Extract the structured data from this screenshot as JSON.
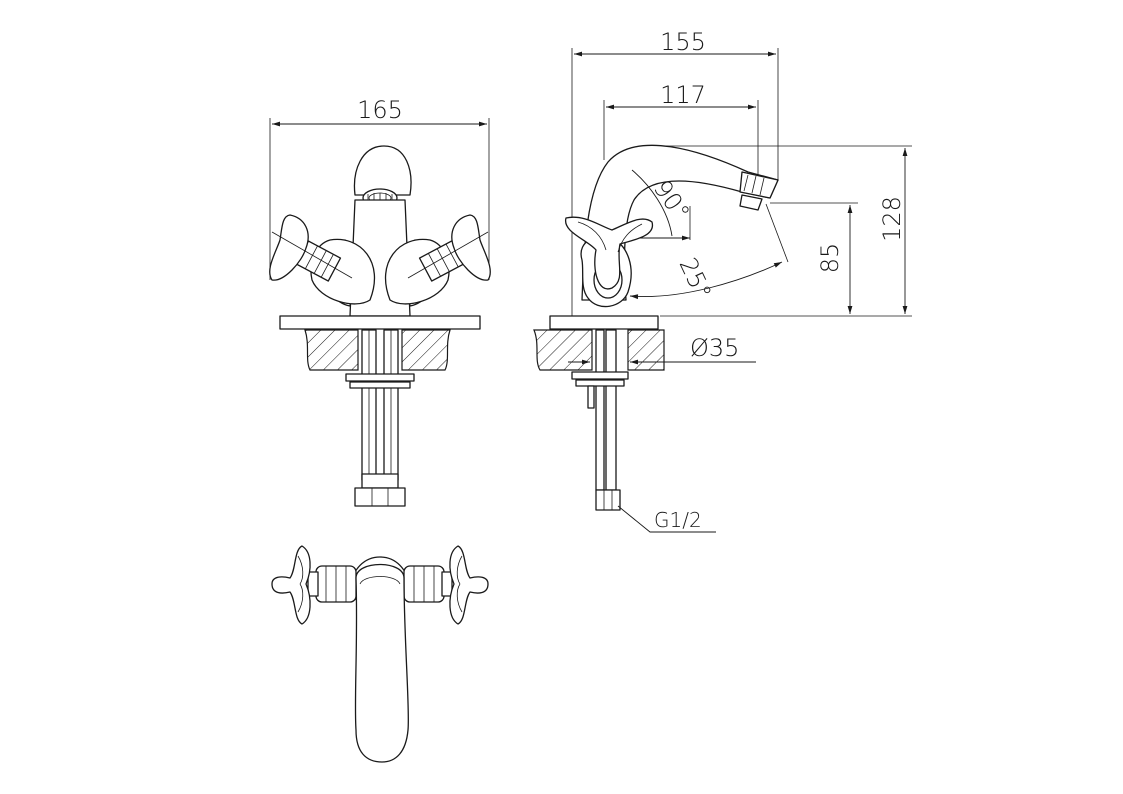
{
  "dimensions": {
    "front_width": "165",
    "side_length": "155",
    "spout_reach": "117",
    "total_height": "128",
    "spout_height": "85",
    "hole_diameter": "Ø35",
    "connection_thread": "G1/2",
    "swivel_angle": "90°",
    "spout_angle": "25°"
  },
  "colors": {
    "line": "#1a1a1a",
    "background": "#ffffff"
  }
}
